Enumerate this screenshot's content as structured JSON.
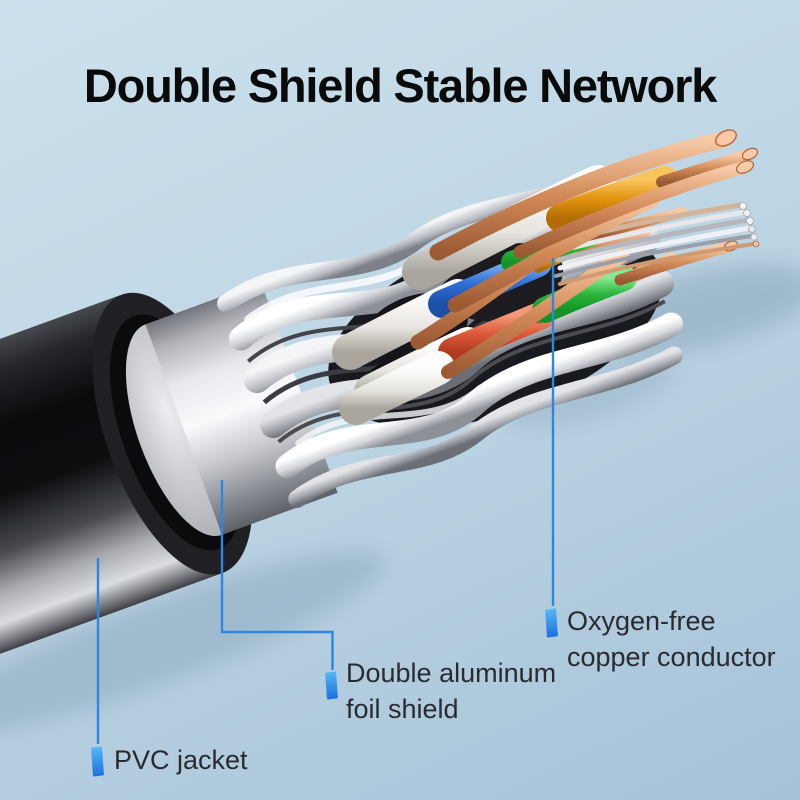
{
  "title": "Double Shield Stable Network",
  "callouts": {
    "pvc_jacket": {
      "label": "PVC jacket"
    },
    "foil_shield": {
      "label_line1": "Double aluminum",
      "label_line2": "foil shield"
    },
    "copper_conductor": {
      "label_line1": "Oxygen-free",
      "label_line2": "copper conductor"
    }
  },
  "illustration": {
    "type": "3d-cutaway-render-of-ethernet-cable",
    "visible_layers": [
      "black PVC outer jacket (cut open)",
      "smooth aluminum foil shield",
      "twisted crumpled foil / braid shield",
      "white insulated twisted pairs with bare copper conductors",
      "blue, orange, green and red wire sleeves",
      "thin stranded shield rope at right end"
    ]
  },
  "colors": {
    "background_top": "#cde1ed",
    "background_bottom": "#a5c2d8",
    "accent_line": "#2e87de",
    "marker_top": "#56b7f5",
    "marker_bottom": "#1d6fe0",
    "title_color": "#0a0a0b",
    "label_color": "#2a2a31",
    "jacket_black": "#0d0d10",
    "foil_silver": "#d9dbe0",
    "copper": "#cd8355",
    "wire_white": "#efeeea",
    "wire_blue": "#2f6fd4",
    "wire_green": "#2eb53e",
    "wire_orange": "#e2930f",
    "wire_red": "#dd5a3a"
  }
}
